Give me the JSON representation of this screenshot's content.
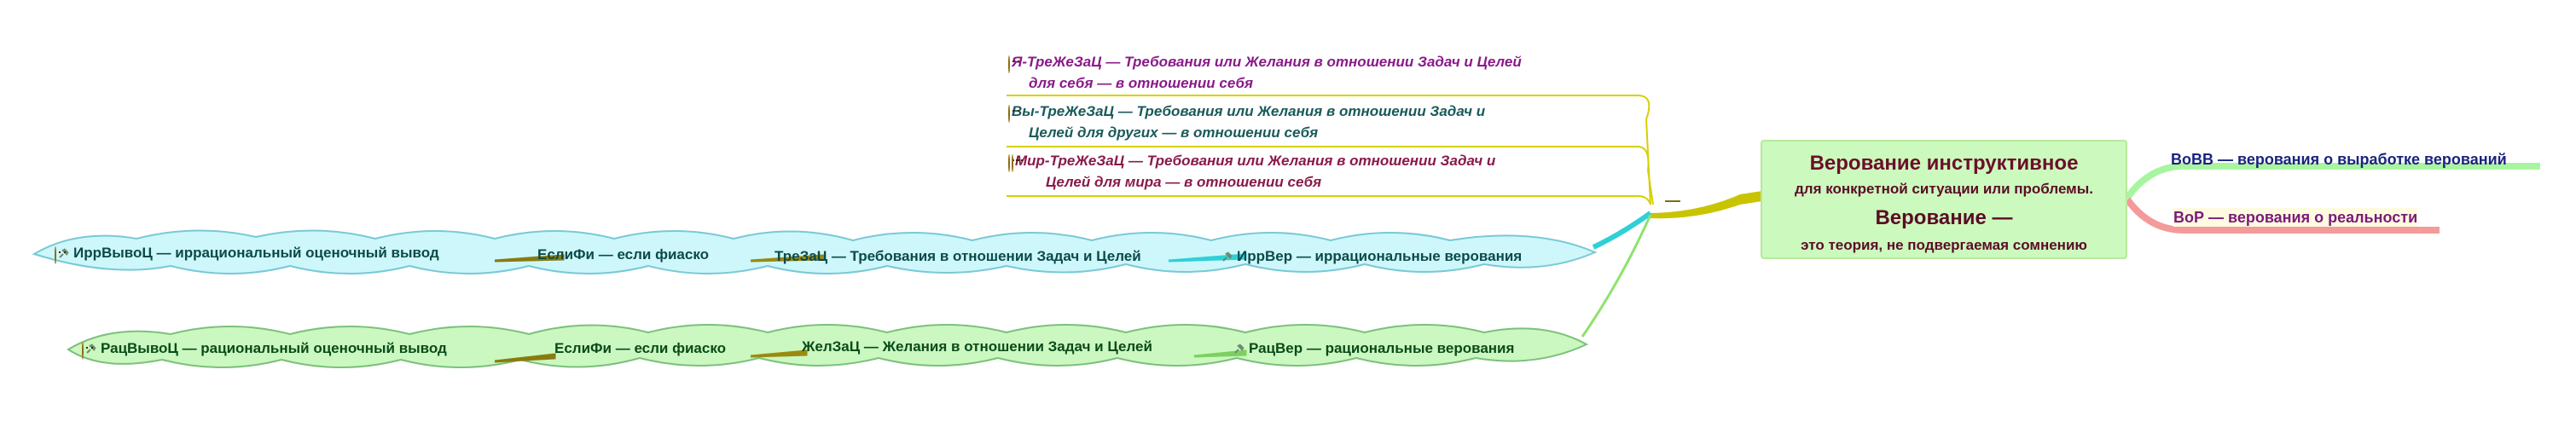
{
  "center": {
    "line1": "Верование инструктивное",
    "line2": "для конкретной ситуации или проблемы.",
    "line3": "Верование  —",
    "line4": "это теория, не подвергаемая сомнению"
  },
  "right": [
    {
      "abbr": "ВоВВ",
      "rest": " — верования о выработке верований",
      "color": "#1a237e"
    },
    {
      "abbr": "ВоР",
      "rest": " — верования о реальности",
      "color": "#7a1a7a"
    }
  ],
  "top_notes": [
    {
      "line1": "Я-ТреЖеЗаЦ — Требования или Желания в отношении Задач и Целей",
      "line2": "для себя — в отношении себя",
      "color": "#8a1a8a"
    },
    {
      "line1": "Вы-ТреЖеЗаЦ — Требования или Желания в отношении Задач и",
      "line2": "Целей для других — в отношении себя",
      "color": "#1a5a5a"
    },
    {
      "line1": "Мир-ТреЖеЗаЦ — Требования или Желания в отношении Задач и",
      "line2": "Целей для мира — в отношении себя",
      "color": "#8a1a4a"
    }
  ],
  "dash_label": "—",
  "irr_chain": [
    {
      "text": "ИррВер — иррациональные верования"
    },
    {
      "text": "ТреЗаЦ — Требования в отношении Задач и Целей"
    },
    {
      "text": "ЕслиФи — если фиаско"
    },
    {
      "text": "ИррВывоЦ — иррациональный оценочный вывод"
    }
  ],
  "rac_chain": [
    {
      "text": "РацВер — рациональные верования"
    },
    {
      "text": "ЖелЗаЦ — Желания в отношении Задач и Целей"
    },
    {
      "text": "ЕслиФи — если фиаско"
    },
    {
      "text": "РацВывоЦ — рациональный оценочный вывод"
    }
  ],
  "colors": {
    "olive": "#c9c400",
    "teal": "#2fd0d8",
    "green": "#8de36b",
    "pink": "#f49a9a",
    "irr_fill": "#cdf7fb",
    "irr_stroke": "#79c9d4",
    "rac_fill": "#cbf8c0",
    "rac_stroke": "#7cc07c",
    "text_dark": "#0b4a4a",
    "text_green": "#0a4a1a"
  }
}
